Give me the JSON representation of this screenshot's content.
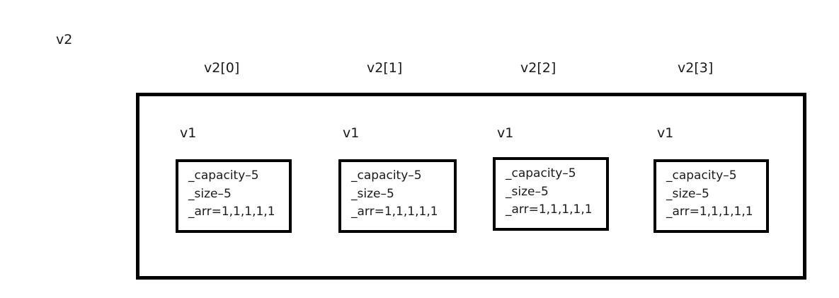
{
  "diagram": {
    "title_label": "v2",
    "outer_container": {
      "name": "v2",
      "index_labels": [
        "v2[0]",
        "v2[1]",
        "v2[2]",
        "v2[3]"
      ]
    },
    "elements": [
      {
        "var_label": "v1",
        "fields": [
          "_capacity–5",
          "_size–5",
          "_arr=1,1,1,1,1"
        ]
      },
      {
        "var_label": "v1",
        "fields": [
          "_capacity–5",
          "_size–5",
          "_arr=1,1,1,1,1"
        ]
      },
      {
        "var_label": "v1",
        "fields": [
          "_capacity–5",
          "_size–5",
          "_arr=1,1,1,1,1"
        ]
      },
      {
        "var_label": "v1",
        "fields": [
          "_capacity–5",
          "_size–5",
          "_arr=1,1,1,1,1"
        ]
      }
    ],
    "colors": {
      "background": "#ffffff",
      "stroke": "#000000",
      "text": "#1a1a1a"
    }
  }
}
